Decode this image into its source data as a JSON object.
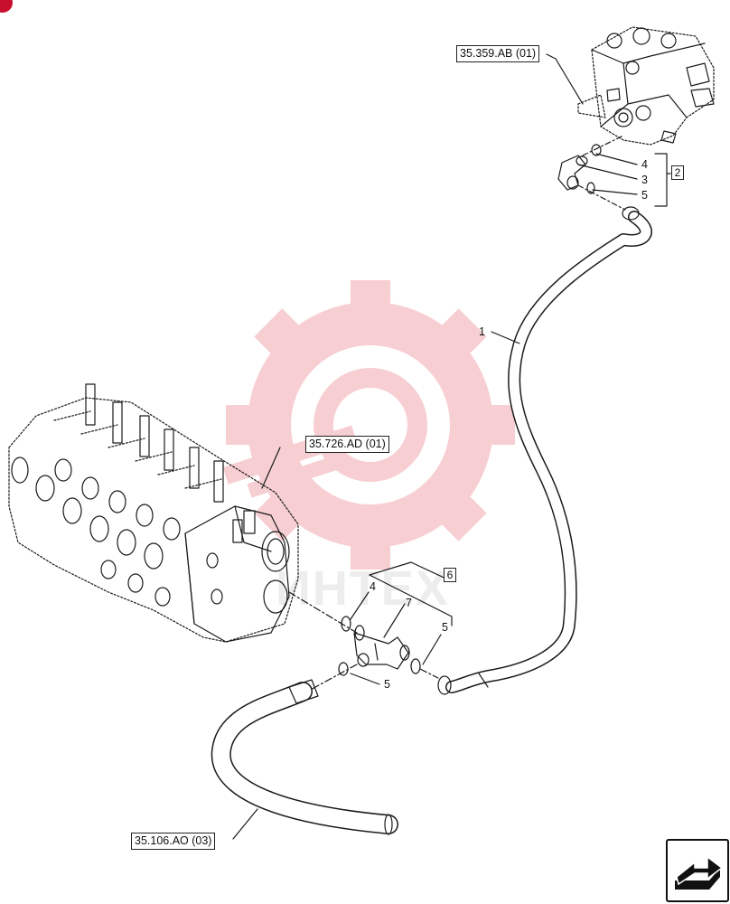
{
  "diagram": {
    "references": {
      "top": "35.359.AB (01)",
      "left": "35.726.AD (01)",
      "bottom": "35.106.AO (03)"
    },
    "callouts": {
      "hose": "1",
      "elbow": "3",
      "oring_upper": "4",
      "oring_lower": "5",
      "oring_left_tee": "4",
      "tee": "7",
      "oring_right_tee": "5",
      "oring_below_tee": "5"
    },
    "groups": {
      "upper_kit": "2",
      "tee_kit": "6"
    },
    "watermark_text": "ИНТЕХ",
    "colors": {
      "line": "#1a1a1a",
      "watermark": "#f4b8bc",
      "badge": "#c8102e"
    },
    "icons": {
      "navigation": "next-page-arrow-icon"
    }
  }
}
